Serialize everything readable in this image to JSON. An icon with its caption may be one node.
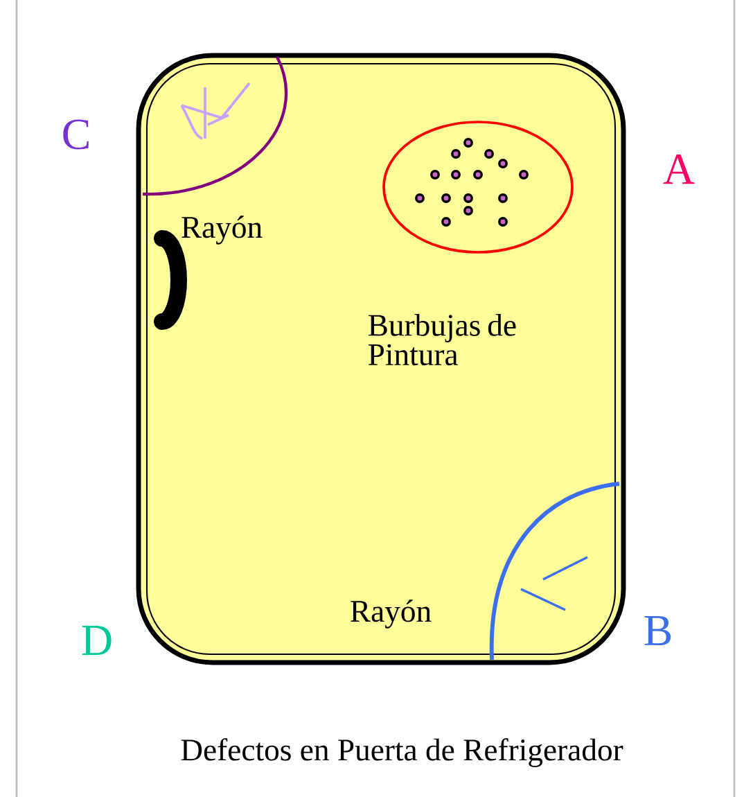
{
  "diagram": {
    "caption": "Defectos en Puerta de Refrigerador",
    "labels": [
      "C",
      "A",
      "Rayón",
      "Burbujas de Pintura",
      "D",
      "Rayón",
      "B"
    ]
  }
}
